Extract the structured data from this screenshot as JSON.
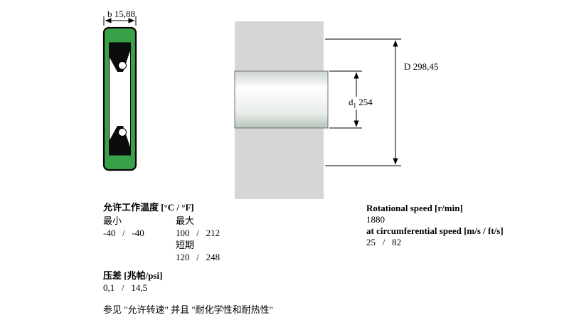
{
  "dimensions": {
    "b_label": "b 15,88",
    "D_label": "D 298,45",
    "d1_prefix": "d",
    "d1_subscript": "1",
    "d1_value": "254"
  },
  "specs": {
    "temperature": {
      "title": "允许工作温度 [°C / °F]",
      "min_label": "最小",
      "max_label": "最大",
      "min_value": "-40   /   -40",
      "max_value": "100   /   212",
      "short_term_label": "短期",
      "short_term_value": "120   /   248"
    },
    "pressure": {
      "title": "压差 [兆帕/psi]",
      "value": "0,1   /   14,5"
    },
    "note": "参见 \"允许转速\" 并且 \"耐化学性和耐热性\""
  },
  "speed": {
    "rotational_label": "Rotational speed [r/min]",
    "rotational_value": "1880",
    "circumferential_label": "at circumferential speed [m/s / ft/s]",
    "circumferential_value": "25   /   82"
  },
  "colors": {
    "seal_green": "#3aa14b",
    "housing_gray": "#d6d6d6"
  }
}
